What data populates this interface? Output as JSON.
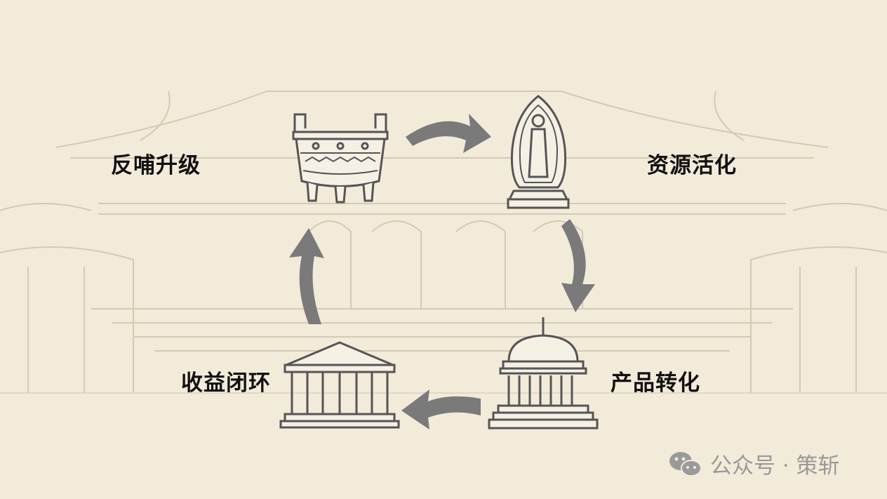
{
  "labels": {
    "top_left": "反哺升级",
    "top_right": "资源活化",
    "bottom_right": "产品转化",
    "bottom_left": "收益闭环"
  },
  "watermark": {
    "icon": "wechat-icon",
    "text": "公众号 · 策斩"
  },
  "colors": {
    "background": "#f2ebda",
    "arrow": "#7a7a7a",
    "icon_stroke": "#555555",
    "sketch": "#d6cdb8"
  }
}
